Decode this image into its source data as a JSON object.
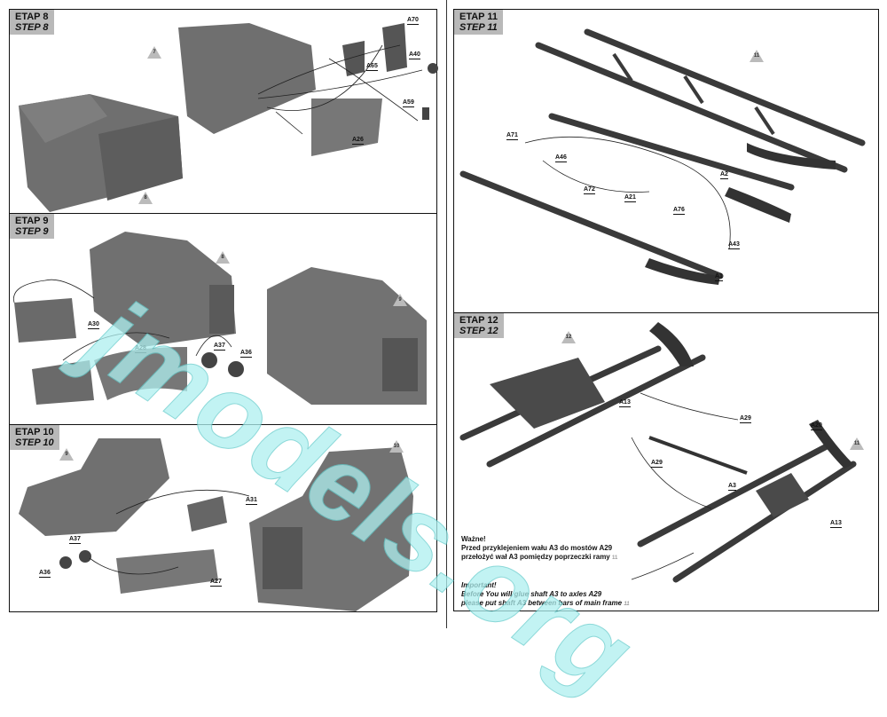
{
  "steps": [
    {
      "etap": "ETAP 8",
      "step": "STEP 8",
      "refs": [
        "7",
        "8"
      ],
      "labels": [
        "A70",
        "A40",
        "A65",
        "A59",
        "A26"
      ]
    },
    {
      "etap": "ETAP 9",
      "step": "STEP 9",
      "refs": [
        "8",
        "9"
      ],
      "labels": [
        "A30",
        "A28",
        "A37",
        "A36"
      ]
    },
    {
      "etap": "ETAP 10",
      "step": "STEP 10",
      "refs": [
        "9",
        "10"
      ],
      "labels": [
        "A31",
        "A37",
        "A36",
        "A27"
      ]
    },
    {
      "etap": "ETAP 11",
      "step": "STEP 11",
      "refs": [
        "11"
      ],
      "labels": [
        "A71",
        "A46",
        "A72",
        "A21",
        "A76",
        "A2",
        "A43",
        "A1"
      ]
    },
    {
      "etap": "ETAP 12",
      "step": "STEP 12",
      "refs": [
        "12",
        "11"
      ],
      "labels": [
        "A13",
        "A29",
        "A20",
        "A29",
        "A3",
        "A13"
      ]
    }
  ],
  "note": {
    "pl_title": "Ważne!",
    "pl_line1": "Przed przyklejeniem wału A3 do mostów A29",
    "pl_line2": "przełożyć wał A3 pomiędzy poprzeczki ramy",
    "en_title": "Important!",
    "en_line1": "Before You will glue shaft A3 to axles A29",
    "en_line2": "please put shaft A3 between bars of main frame",
    "ref": "11"
  },
  "watermark": "jmodels.org"
}
